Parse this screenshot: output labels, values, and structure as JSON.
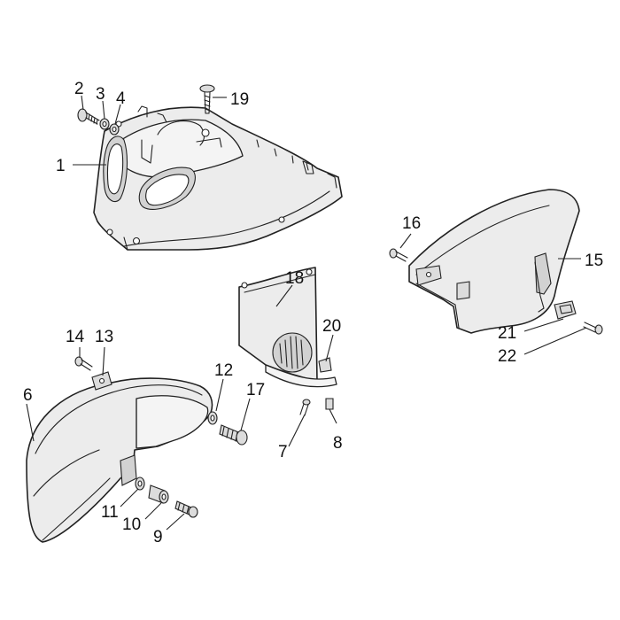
{
  "callouts": [
    {
      "id": "1",
      "text": "1"
    },
    {
      "id": "2",
      "text": "2"
    },
    {
      "id": "3",
      "text": "3"
    },
    {
      "id": "4",
      "text": "4"
    },
    {
      "id": "6",
      "text": "6"
    },
    {
      "id": "7",
      "text": "7"
    },
    {
      "id": "8",
      "text": "8"
    },
    {
      "id": "9",
      "text": "9"
    },
    {
      "id": "10",
      "text": "10"
    },
    {
      "id": "11",
      "text": "11"
    },
    {
      "id": "12",
      "text": "12"
    },
    {
      "id": "13",
      "text": "13"
    },
    {
      "id": "14",
      "text": "14"
    },
    {
      "id": "15",
      "text": "15"
    },
    {
      "id": "16",
      "text": "16"
    },
    {
      "id": "17",
      "text": "17"
    },
    {
      "id": "18",
      "text": "18"
    },
    {
      "id": "19",
      "text": "19"
    },
    {
      "id": "20",
      "text": "20"
    },
    {
      "id": "21",
      "text": "21"
    },
    {
      "id": "22",
      "text": "22"
    }
  ]
}
